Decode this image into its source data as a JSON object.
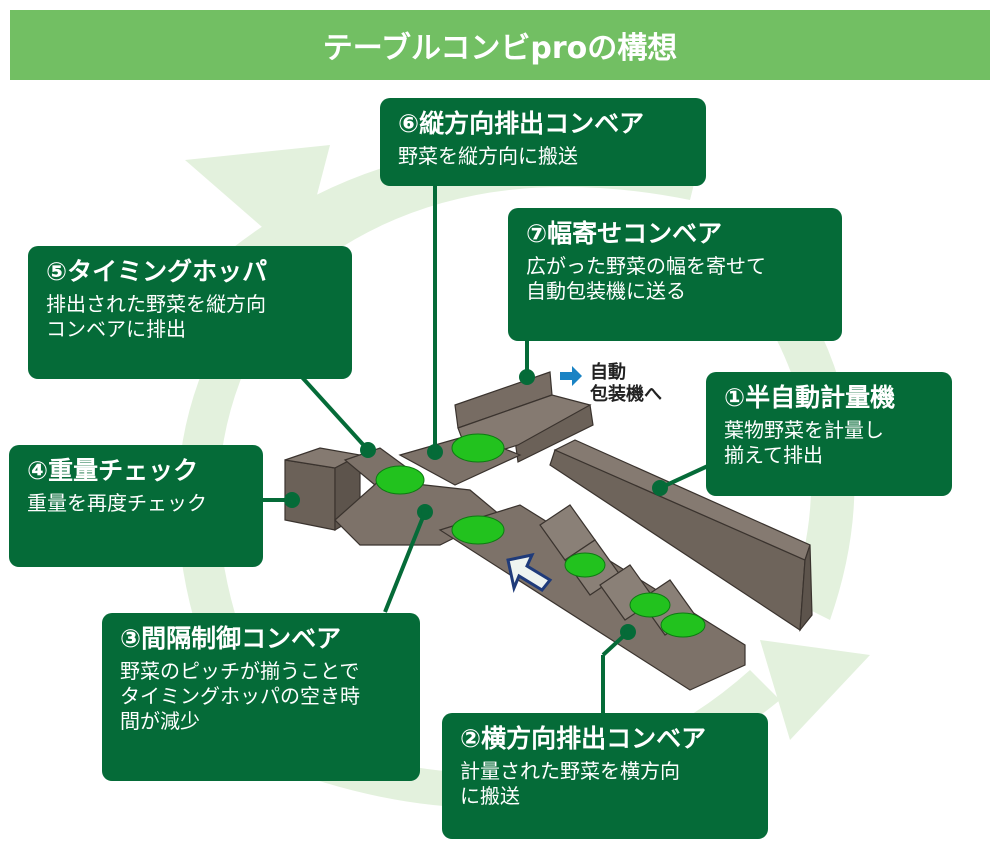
{
  "title": "テーブルコンビproの構想",
  "colors": {
    "title_bg": "#72bf63",
    "box_bg": "#056b38",
    "cycle_arrow": "#e3f1dd",
    "machine": "#6f655c",
    "vegetable": "#22c21e",
    "flow_arrow": "#1f3b7a",
    "export_arrow": "#1a83c4"
  },
  "export_note": {
    "icon": "right-arrow-icon",
    "text": "自動\n包装機へ"
  },
  "steps": [
    {
      "id": "1",
      "heading": "①半自動計量機",
      "description": "葉物野菜を計量し\n揃えて排出"
    },
    {
      "id": "2",
      "heading": "②横方向排出コンベア",
      "description": "計量された野菜を横方向\nに搬送"
    },
    {
      "id": "3",
      "heading": "③間隔制御コンベア",
      "description": "野菜のピッチが揃うことで\nタイミングホッパの空き時\n間が減少"
    },
    {
      "id": "4",
      "heading": "④重量チェック",
      "description": "重量を再度チェック"
    },
    {
      "id": "5",
      "heading": "⑤タイミングホッパ",
      "description": "排出された野菜を縦方向\nコンベアに排出"
    },
    {
      "id": "6",
      "heading": "⑥縦方向排出コンベア",
      "description": "野菜を縦方向に搬送"
    },
    {
      "id": "7",
      "heading": "⑦幅寄せコンベア",
      "description": "広がった野菜の幅を寄せて\n自動包装機に送る"
    }
  ]
}
